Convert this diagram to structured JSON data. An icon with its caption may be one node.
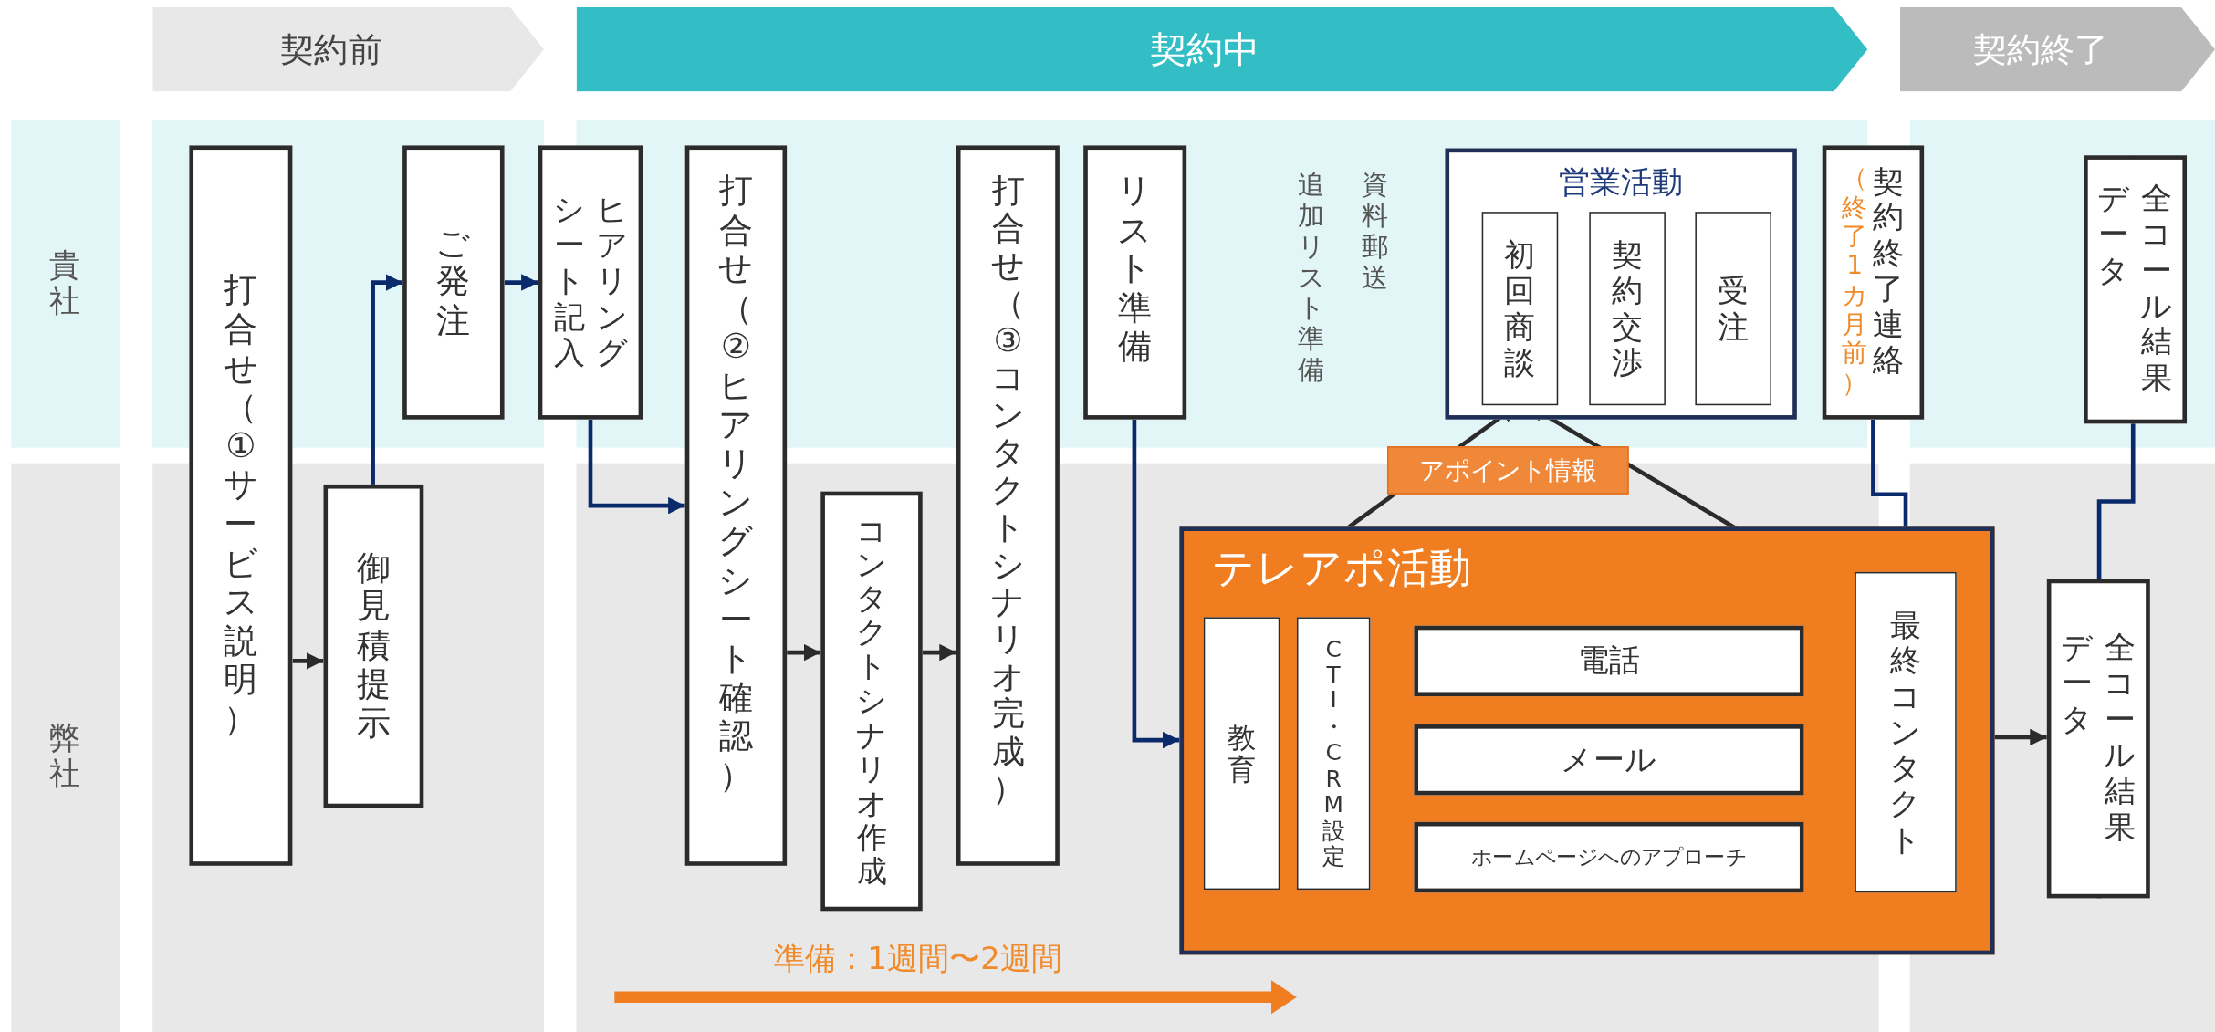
{
  "diagram": {
    "nodes": [
      {
        "text": [
          "契約前"
        ]
      },
      {
        "text": [
          "契約中"
        ]
      },
      {
        "text": [
          "契約終了"
        ]
      },
      {
        "text": [
          "打合せ（①サービス説明）"
        ]
      },
      {
        "text": [
          "御見積提示"
        ]
      },
      {
        "text": [
          "ご発注"
        ]
      },
      {
        "text": [
          "ヒアリングシート記入"
        ]
      },
      {
        "text": [
          "打合せ（②ヒアリングシート確認）"
        ]
      },
      {
        "text": [
          "コンタクトシナリオ作成"
        ]
      },
      {
        "text": [
          "打合せ（③コンタクトシナリオ完成）"
        ]
      },
      {
        "text": [
          "リスト準備"
        ]
      },
      {
        "text": [
          "営業活動"
        ]
      },
      {
        "text": [
          "初回商談"
        ],
        "in": 11
      },
      {
        "text": [
          "契約交渉"
        ],
        "in": 11
      },
      {
        "text": [
          "受注"
        ],
        "in": 11
      },
      {
        "text": [
          "（終了1カ月前）",
          "契約終了連絡"
        ]
      },
      {
        "text": [
          "全コール結果データ"
        ]
      },
      {
        "text": [
          "テレアポ活動"
        ]
      },
      {
        "text": [
          "教育"
        ],
        "in": 17
      },
      {
        "text": [
          "CTI・CRM設定"
        ],
        "in": 17
      },
      {
        "text": [
          "電話"
        ],
        "in": 17
      },
      {
        "text": [
          "メール"
        ],
        "in": 17
      },
      {
        "text": [
          "ホームページへのアプローチ"
        ],
        "in": 17
      },
      {
        "text": [
          "最終コンタクト"
        ],
        "in": 17
      },
      {
        "text": [
          "全コール結果データ"
        ]
      }
    ],
    "edges": [
      {
        "from": 3,
        "to": 4,
        "arrow": "to"
      },
      {
        "from": 4,
        "to": 5,
        "arrow": "to",
        "color": "#0b2a6b"
      },
      {
        "from": 5,
        "to": 6,
        "arrow": "to",
        "color": "#0b2a6b"
      },
      {
        "from": 6,
        "to": 7,
        "arrow": "to",
        "color": "#0b2a6b"
      },
      {
        "from": 7,
        "to": 8,
        "arrow": "to"
      },
      {
        "from": 8,
        "to": 9,
        "arrow": "to"
      },
      {
        "from": 10,
        "to": 17,
        "arrow": "to",
        "color": "#0b2a6b"
      },
      {
        "from": 17,
        "to": 12,
        "arrow": "to",
        "label": "アポイント情報"
      },
      {
        "from": 23,
        "to": 12,
        "arrow": "to"
      },
      {
        "from": 15,
        "to": 23,
        "arrow": "to",
        "color": "#0b2a6b"
      },
      {
        "from": 17,
        "to": 24,
        "arrow": "to"
      },
      {
        "from": 24,
        "to": 16,
        "arrow": "to",
        "color": "#0b2a6b"
      }
    ],
    "labels": [
      "貴社",
      "弊社",
      "追加リスト準備",
      "資料郵送",
      "準備：1週間〜2週間"
    ]
  }
}
